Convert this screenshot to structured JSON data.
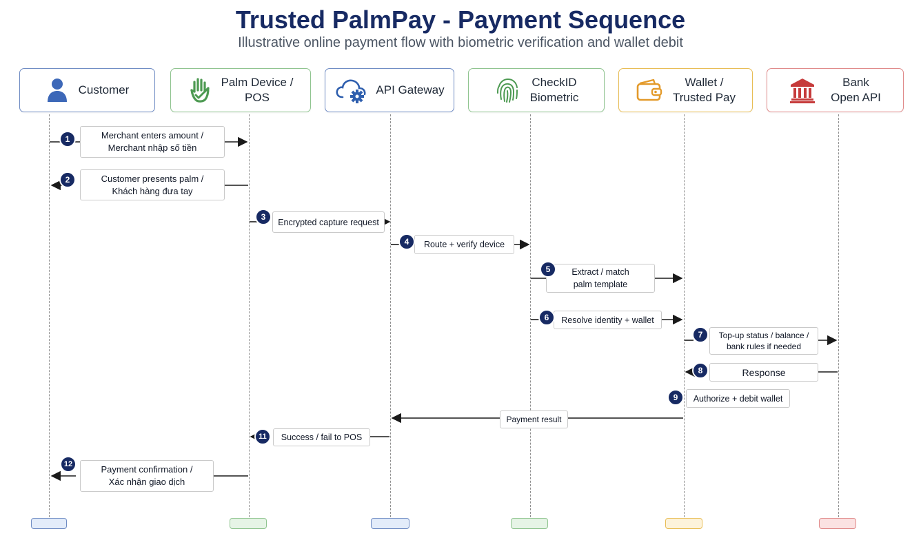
{
  "title": "Trusted PalmPay - Payment Sequence",
  "subtitle": "Illustrative online payment flow with biometric verification and wallet debit",
  "actors": [
    {
      "id": "customer",
      "label": "Customer",
      "icon": "person-icon",
      "color": "#6f8cc4",
      "fill": "#e3ecfa"
    },
    {
      "id": "palm",
      "label": "Palm Device /\nPOS",
      "icon": "palm-hand-icon",
      "color": "#8fc48f",
      "fill": "#e6f4e6"
    },
    {
      "id": "api",
      "label": "API Gateway",
      "icon": "cloud-gear-icon",
      "color": "#6f8cc4",
      "fill": "#e3ecfa"
    },
    {
      "id": "checkid",
      "label": "CheckID\nBiometric",
      "icon": "fingerprint-icon",
      "color": "#8fc48f",
      "fill": "#e6f4e6"
    },
    {
      "id": "wallet",
      "label": "Wallet /\nTrusted Pay",
      "icon": "wallet-icon",
      "color": "#e8bd55",
      "fill": "#fdf3db"
    },
    {
      "id": "bank",
      "label": "Bank\nOpen API",
      "icon": "bank-icon",
      "color": "#e08a8a",
      "fill": "#fbe2e2"
    }
  ],
  "messages": [
    {
      "step": "1",
      "text": "Merchant enters amount /\nMerchant nhập số tiền",
      "from": "customer",
      "to": "palm"
    },
    {
      "step": "2",
      "text": "Customer presents palm /\nKhách hàng đưa tay",
      "from": "palm",
      "to": "customer"
    },
    {
      "step": "3",
      "text": "Encrypted capture request",
      "from": "palm",
      "to": "api"
    },
    {
      "step": "4",
      "text": "Route + verify device",
      "from": "api",
      "to": "checkid"
    },
    {
      "step": "5",
      "text": "Extract / match\npalm template",
      "from": "checkid",
      "to": "wallet"
    },
    {
      "step": "6",
      "text": "Resolve identity + wallet",
      "from": "checkid",
      "to": "wallet"
    },
    {
      "step": "7",
      "text": "Top-up status / balance /\nbank rules if needed",
      "from": "wallet",
      "to": "bank"
    },
    {
      "step": "8",
      "text": "Response",
      "from": "bank",
      "to": "wallet"
    },
    {
      "step": "9",
      "text": "Authorize + debit wallet",
      "from": "wallet",
      "to": "wallet"
    },
    {
      "step": "",
      "text": "Payment result",
      "from": "wallet",
      "to": "api"
    },
    {
      "step": "11",
      "text": "Success / fail to POS",
      "from": "api",
      "to": "palm"
    },
    {
      "step": "12",
      "text": "Payment confirmation /\nXác nhận giao dịch",
      "from": "palm",
      "to": "customer"
    }
  ]
}
